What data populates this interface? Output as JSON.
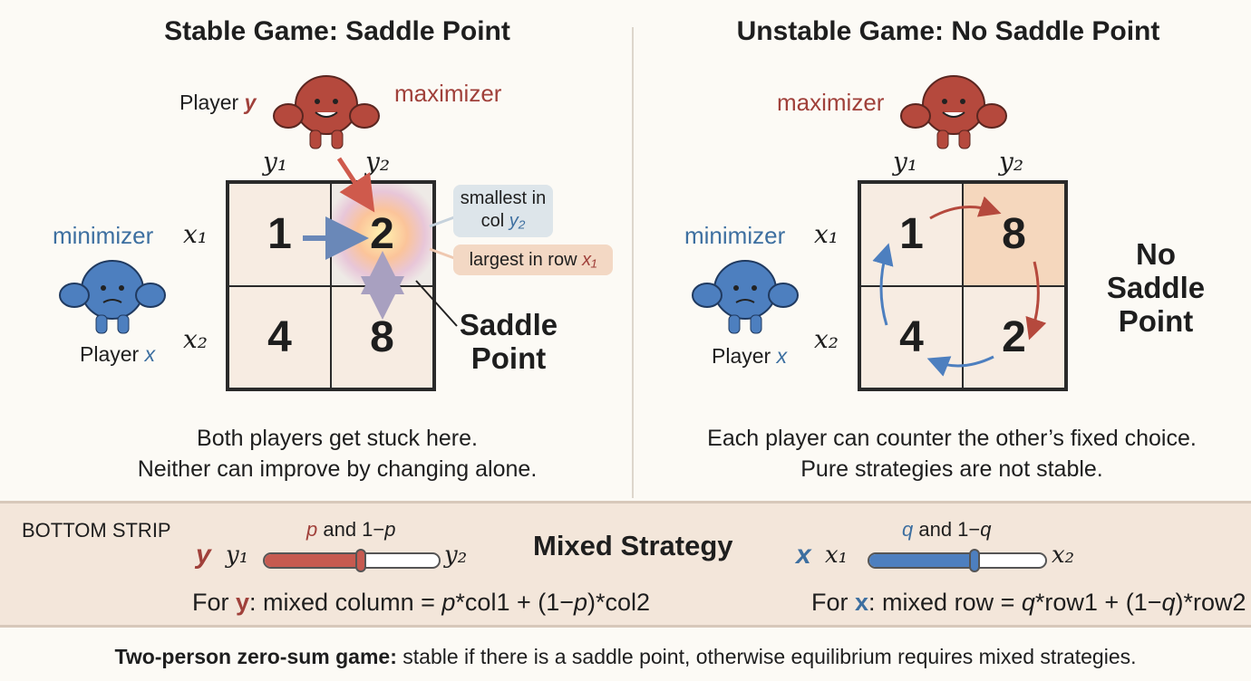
{
  "stable": {
    "title": "Stable Game: Saddle Point",
    "player_y": "Player ",
    "y": "y",
    "maximizer": "maximizer",
    "minimizer": "minimizer",
    "player_x": "Player ",
    "x": "x",
    "col_labels": [
      "y₁",
      "y₂"
    ],
    "row_labels": [
      "x₁",
      "x₂"
    ],
    "cells": [
      "1",
      "2",
      "4",
      "8"
    ],
    "callout_col": "smallest in",
    "callout_col2": "col ",
    "callout_col_var": "y₂",
    "callout_row": "largest in row ",
    "callout_row_var": "x₁",
    "saddle_label": [
      "Saddle",
      "Point"
    ],
    "caption": [
      "Both players get stuck here.",
      "Neither can improve by changing alone."
    ]
  },
  "unstable": {
    "title": "Unstable Game: No Saddle Point",
    "maximizer": "maximizer",
    "minimizer": "minimizer",
    "player_x": "Player ",
    "x": "x",
    "col_labels": [
      "y₁",
      "y₂"
    ],
    "row_labels": [
      "x₁",
      "x₂"
    ],
    "cells": [
      "1",
      "8",
      "4",
      "2"
    ],
    "no_saddle": [
      "No",
      "Saddle",
      "Point"
    ],
    "caption": [
      "Each player can counter the other’s fixed choice.",
      "Pure strategies are not stable."
    ]
  },
  "strip": {
    "label": "BOTTOM STRIP",
    "title": "Mixed Strategy",
    "y_slider": {
      "player": "y",
      "left": "y₁",
      "right": "y₂",
      "label_var": "p",
      "label_rest": " and 1−",
      "label_var2": "p",
      "fraction": 0.55
    },
    "x_slider": {
      "player": "x",
      "left": "x₁",
      "right": "x₂",
      "label_var": "q",
      "label_rest": " and 1−",
      "label_var2": "q",
      "fraction": 0.6
    },
    "y_formula": {
      "pre": "For ",
      "var": "y",
      "post": ": mixed column = ",
      "p": "p",
      "mid": "*col1 + (1−",
      "p2": "p",
      "end": ")*col2"
    },
    "x_formula": {
      "pre": "For ",
      "var": "x",
      "post": ": mixed row = ",
      "q": "q",
      "mid": "*row1 + (1−",
      "q2": "q",
      "end": ")*row2"
    }
  },
  "footer": {
    "bold": "Two-person zero-sum game:",
    "text": " stable if there is a saddle point, otherwise equilibrium requires mixed strategies."
  },
  "colors": {
    "minimizer": "#3d6fa0",
    "maximizer": "#a0403a"
  }
}
